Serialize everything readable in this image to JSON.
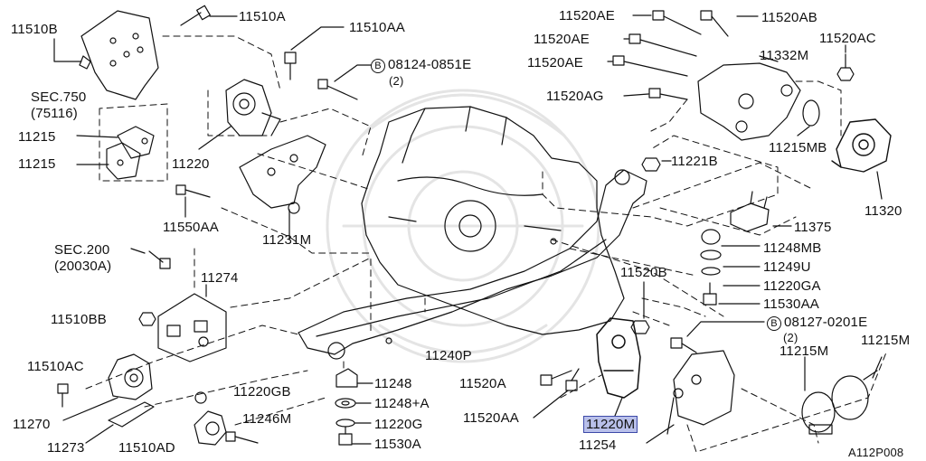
{
  "diagram": {
    "figure_code": "A112P008",
    "highlight_color": "#b9c0ea",
    "parts": [
      {
        "id": "p11510b",
        "label": "11510B"
      },
      {
        "id": "p11510a",
        "label": "11510A"
      },
      {
        "id": "p11510aa",
        "label": "11510AA"
      },
      {
        "id": "p08124",
        "label": "08124-0851E",
        "bolt_ref": "B",
        "qty": "(2)"
      },
      {
        "id": "p11520ae1",
        "label": "11520AE"
      },
      {
        "id": "p11520ab",
        "label": "11520AB"
      },
      {
        "id": "p11520ae2",
        "label": "11520AE"
      },
      {
        "id": "p11520ac",
        "label": "11520AC"
      },
      {
        "id": "p11520ae3",
        "label": "11520AE"
      },
      {
        "id": "p11332m",
        "label": "11332M"
      },
      {
        "id": "p11520ag",
        "label": "11520AG"
      },
      {
        "id": "psec750",
        "label": "SEC.750",
        "sub": "(75116)"
      },
      {
        "id": "p11215a",
        "label": "11215"
      },
      {
        "id": "p11215b",
        "label": "11215"
      },
      {
        "id": "p11220",
        "label": "11220"
      },
      {
        "id": "p11215mb",
        "label": "11215MB"
      },
      {
        "id": "p11221b",
        "label": "11221B"
      },
      {
        "id": "p11320",
        "label": "11320"
      },
      {
        "id": "p11550aa",
        "label": "11550AA"
      },
      {
        "id": "p11231m",
        "label": "11231M"
      },
      {
        "id": "p11375",
        "label": "11375"
      },
      {
        "id": "psec200",
        "label": "SEC.200",
        "sub": "(20030A)"
      },
      {
        "id": "p11248mb",
        "label": "11248MB"
      },
      {
        "id": "p11274",
        "label": "11274"
      },
      {
        "id": "p11520b",
        "label": "11520B"
      },
      {
        "id": "p11249u",
        "label": "11249U"
      },
      {
        "id": "p11220ga",
        "label": "11220GA"
      },
      {
        "id": "p11510bb",
        "label": "11510BB"
      },
      {
        "id": "p11530aa",
        "label": "11530AA"
      },
      {
        "id": "p08127",
        "label": "08127-0201E",
        "bolt_ref": "B",
        "qty": "(2)"
      },
      {
        "id": "p11215m1",
        "label": "11215M"
      },
      {
        "id": "p11215m2",
        "label": "11215M"
      },
      {
        "id": "p11510ac",
        "label": "11510AC"
      },
      {
        "id": "p11240p",
        "label": "11240P"
      },
      {
        "id": "p11248",
        "label": "11248"
      },
      {
        "id": "p11520a",
        "label": "11520A"
      },
      {
        "id": "p11220gb",
        "label": "11220GB"
      },
      {
        "id": "p11248plus",
        "label": "11248+A"
      },
      {
        "id": "p11246m",
        "label": "11246M"
      },
      {
        "id": "p11520aa",
        "label": "11520AA"
      },
      {
        "id": "p11220m",
        "label": "11220M",
        "highlighted": true
      },
      {
        "id": "p11270",
        "label": "11270"
      },
      {
        "id": "p11220g",
        "label": "11220G"
      },
      {
        "id": "p11273",
        "label": "11273"
      },
      {
        "id": "p11510ad",
        "label": "11510AD"
      },
      {
        "id": "p11530a",
        "label": "11530A"
      },
      {
        "id": "p11254",
        "label": "11254"
      }
    ]
  }
}
